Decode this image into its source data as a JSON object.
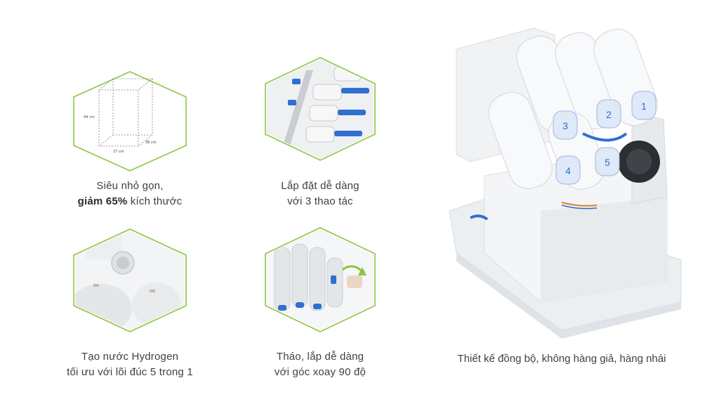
{
  "features": [
    {
      "line1": "Siêu nhỏ gọn,",
      "line2_bold": "giảm 65%",
      "line2_rest": " kích thước",
      "dims": {
        "height": "44 cm",
        "width": "27 cm",
        "depth": "38 cm"
      }
    },
    {
      "line1": "Lắp đặt dễ dàng",
      "line2": "với 3 thao tác"
    },
    {
      "line1": "Tạo nước Hydrogen",
      "line2": "tối ưu với lõi đúc 5 trong 1"
    },
    {
      "line1": "Tháo, lắp dễ dàng",
      "line2": "với góc xoay 90 độ"
    }
  ],
  "product": {
    "caption": "Thiết kế đồng bộ, không hàng giả, hàng nhái",
    "filter_numbers": [
      "1",
      "2",
      "3",
      "4",
      "5"
    ]
  },
  "colors": {
    "hex_border": "#8cc63f",
    "filter_blue": "#2f6fd1",
    "caption_text": "#3f3f3f"
  },
  "icons": [
    "box-dimension-icon",
    "fitting-connectors-icon",
    "hydrogen-core-icon",
    "rotate-filter-icon"
  ]
}
